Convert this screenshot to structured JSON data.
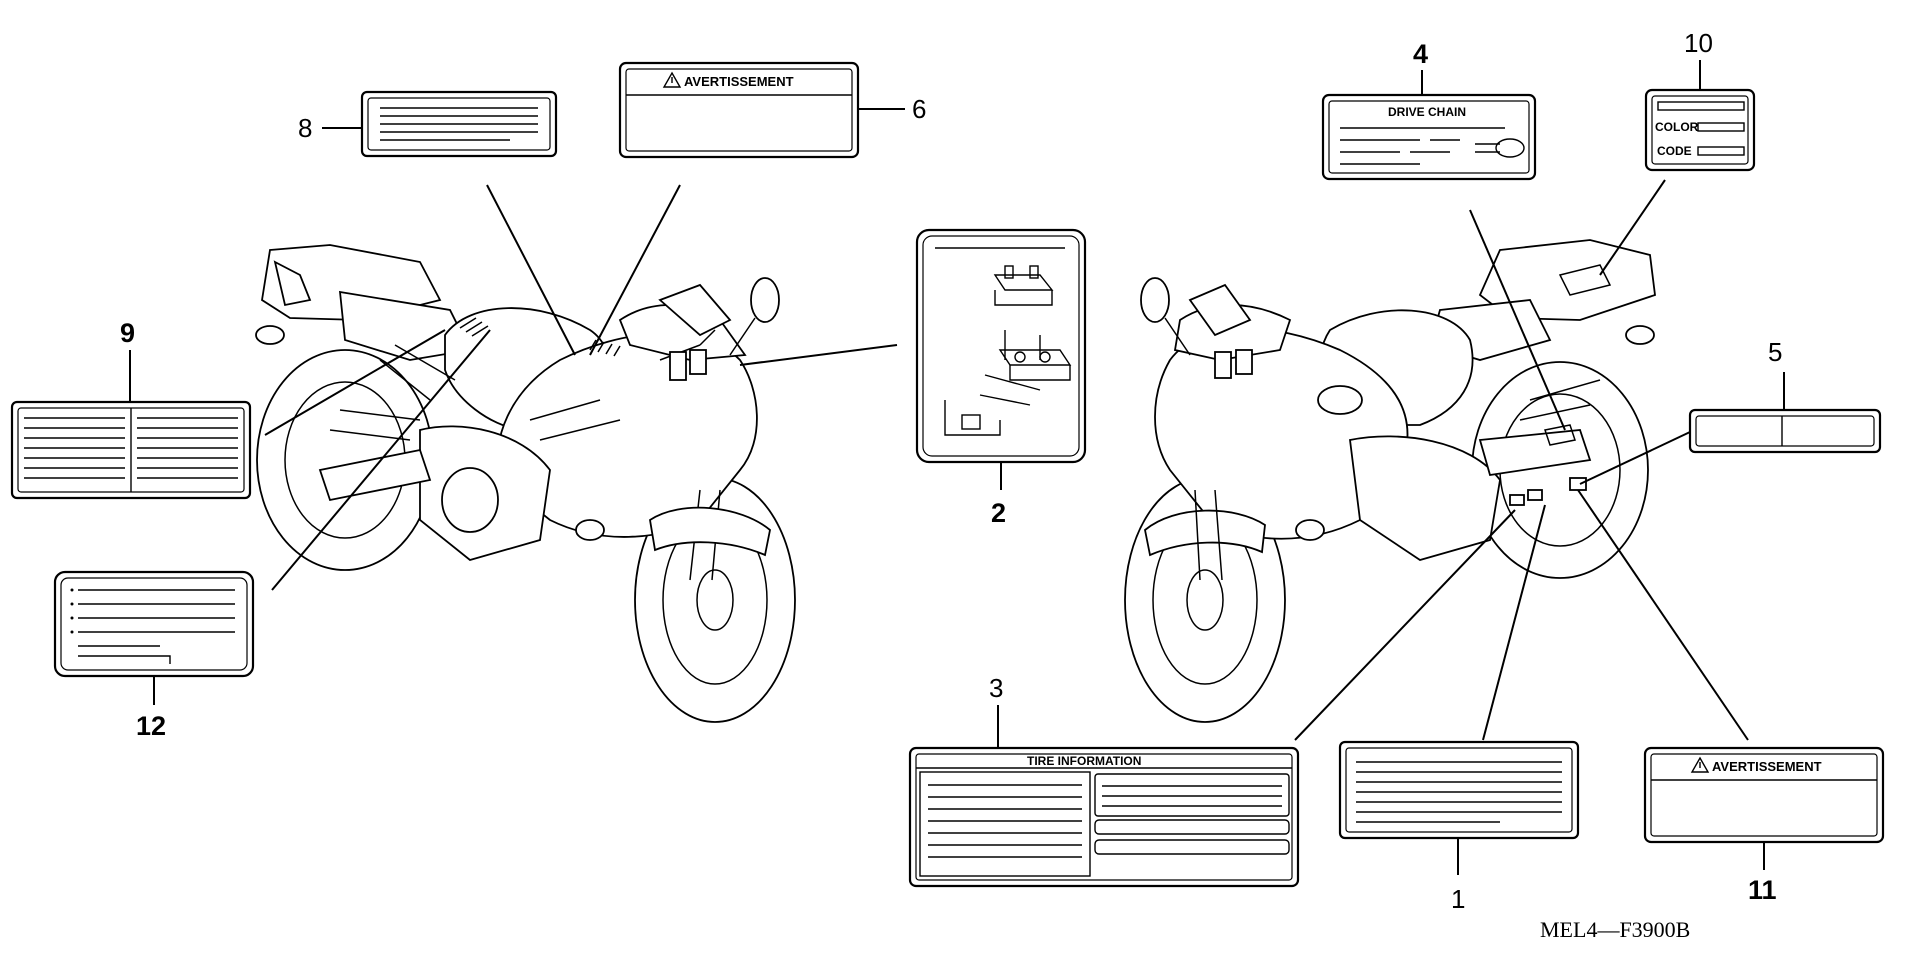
{
  "callouts": {
    "n1": "1",
    "n2": "2",
    "n3": "3",
    "n4": "4",
    "n5": "5",
    "n6": "6",
    "n8": "8",
    "n9": "9",
    "n10": "10",
    "n11": "11",
    "n12": "12"
  },
  "labels": {
    "warning_6": "AVERTISSEMENT",
    "warning_11": "AVERTISSEMENT",
    "drive_chain": "DRIVE CHAIN",
    "color": "COLOR",
    "code": "CODE",
    "tire_information": "TIRE INFORMATION"
  },
  "diagram_code": "MEL4—F3900B",
  "colors": {
    "ink": "#000000",
    "paper": "#ffffff"
  },
  "icons": [
    "warning-triangle-icon"
  ]
}
